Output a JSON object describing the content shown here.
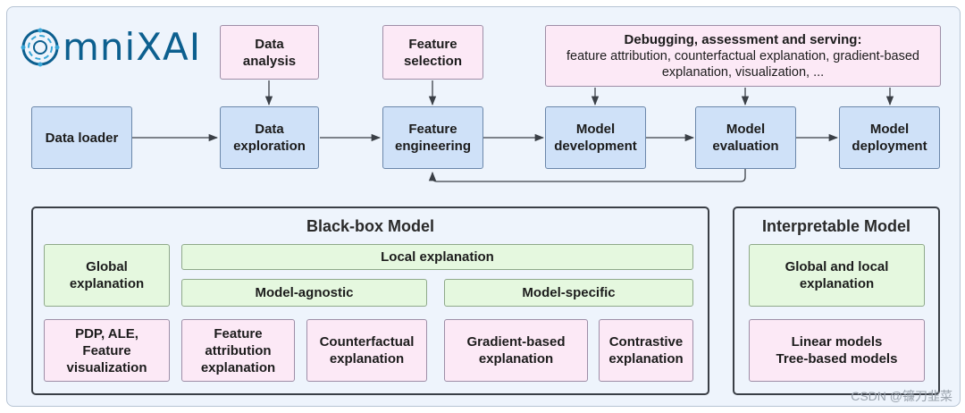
{
  "logo": {
    "text": "mniXAI",
    "icon": "omnixai-circular-logo-icon"
  },
  "pipeline": {
    "data_loader": "Data loader",
    "data_exploration": "Data\nexploration",
    "feature_engineering": "Feature\nengineering",
    "model_development": "Model\ndevelopment",
    "model_evaluation": "Model\nevaluation",
    "model_deployment": "Model\ndeployment"
  },
  "annotations": {
    "data_analysis": "Data\nanalysis",
    "feature_selection": "Feature\nselection",
    "debugging_title": "Debugging, assessment and serving:",
    "debugging_detail": "feature attribution, counterfactual explanation, gradient-based\nexplanation, visualization, ..."
  },
  "blackbox": {
    "title": "Black-box Model",
    "global_explanation": "Global\nexplanation",
    "local_explanation": "Local explanation",
    "model_agnostic": "Model-agnostic",
    "model_specific": "Model-specific",
    "pdp_ale": "PDP, ALE,\nFeature\nvisualization",
    "feature_attribution": "Feature\nattribution\nexplanation",
    "counterfactual": "Counterfactual\nexplanation",
    "gradient_based": "Gradient-based\nexplanation",
    "contrastive": "Contrastive\nexplanation"
  },
  "interpretable": {
    "title": "Interpretable Model",
    "global_local": "Global and local\nexplanation",
    "models": "Linear models\nTree-based models"
  },
  "watermark": "CSDN @镰刀韭菜",
  "colors": {
    "pipeline_fill": "#cfe1f8",
    "annotation_fill": "#fce9f6",
    "explanation_fill": "#e5f8df",
    "background": "#eef4fc",
    "logo": "#0c5f8f"
  }
}
